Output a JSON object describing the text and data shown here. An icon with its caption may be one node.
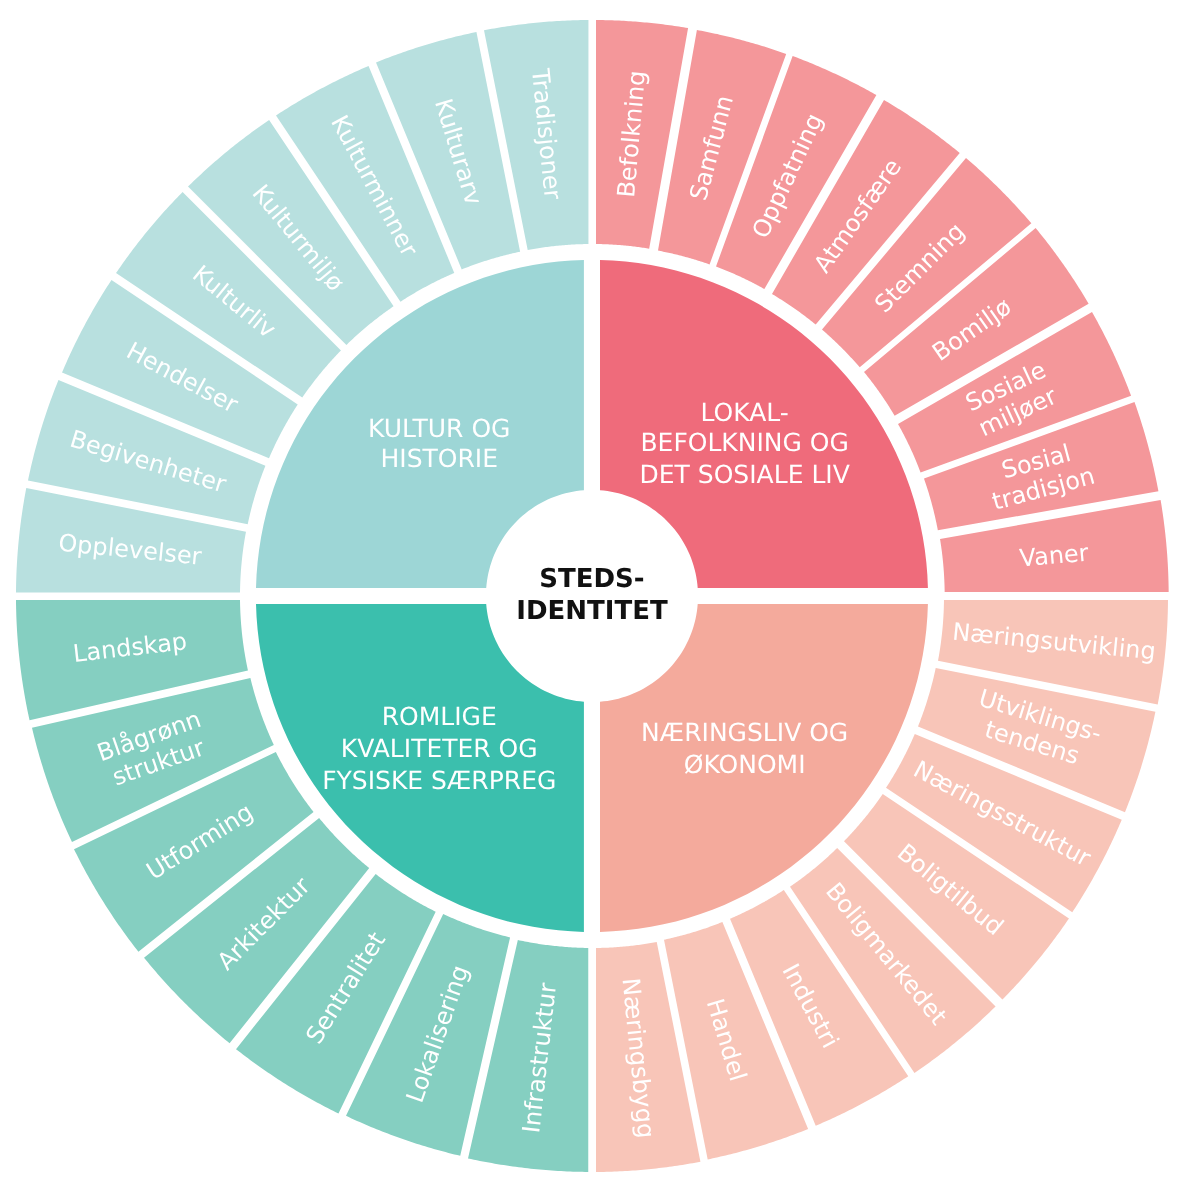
{
  "diagram": {
    "nodes": [
      {
        "text": [
          "STEDS- IDENTITET"
        ]
      },
      {
        "text": [
          "KULTUR OG HISTORIE"
        ]
      },
      {
        "text": [
          "Opplevelser"
        ]
      },
      {
        "text": [
          "Begivenheter"
        ]
      },
      {
        "text": [
          "Hendelser"
        ]
      },
      {
        "text": [
          "Kulturliv"
        ]
      },
      {
        "text": [
          "Kulturmiljø"
        ]
      },
      {
        "text": [
          "Kulturminner"
        ]
      },
      {
        "text": [
          "Kulturarv"
        ]
      },
      {
        "text": [
          "Tradisjoner"
        ]
      },
      {
        "text": [
          "LOKAL- BEFOLKNING OG DET SOSIALE LIV"
        ]
      },
      {
        "text": [
          "Befolkning"
        ]
      },
      {
        "text": [
          "Samfunn"
        ]
      },
      {
        "text": [
          "Oppfatning"
        ]
      },
      {
        "text": [
          "Atmosfære"
        ]
      },
      {
        "text": [
          "Stemning"
        ]
      },
      {
        "text": [
          "Bomiljø"
        ]
      },
      {
        "text": [
          "Sosiale miljøer"
        ]
      },
      {
        "text": [
          "Sosial tradisjon"
        ]
      },
      {
        "text": [
          "Vaner"
        ]
      },
      {
        "text": [
          "ROMLIGE KVALITETER OG FYSISKE SÆRPREG"
        ]
      },
      {
        "text": [
          "Landskap"
        ]
      },
      {
        "text": [
          "Blågrønn struktur"
        ]
      },
      {
        "text": [
          "Utforming"
        ]
      },
      {
        "text": [
          "Arkitektur"
        ]
      },
      {
        "text": [
          "Sentralitet"
        ]
      },
      {
        "text": [
          "Lokalisering"
        ]
      },
      {
        "text": [
          "Infrastruktur"
        ]
      },
      {
        "text": [
          "NÆRINGSLIV OG ØKONOMI"
        ]
      },
      {
        "text": [
          "Næringsutvikling"
        ]
      },
      {
        "text": [
          "Utviklings- tendens"
        ]
      },
      {
        "text": [
          "Næringsstruktur"
        ]
      },
      {
        "text": [
          "Boligtilbud"
        ]
      },
      {
        "text": [
          "Boligmarkedet"
        ]
      },
      {
        "text": [
          "Industri"
        ]
      },
      {
        "text": [
          "Handel"
        ]
      },
      {
        "text": [
          "Næringsbygg"
        ]
      }
    ]
  }
}
